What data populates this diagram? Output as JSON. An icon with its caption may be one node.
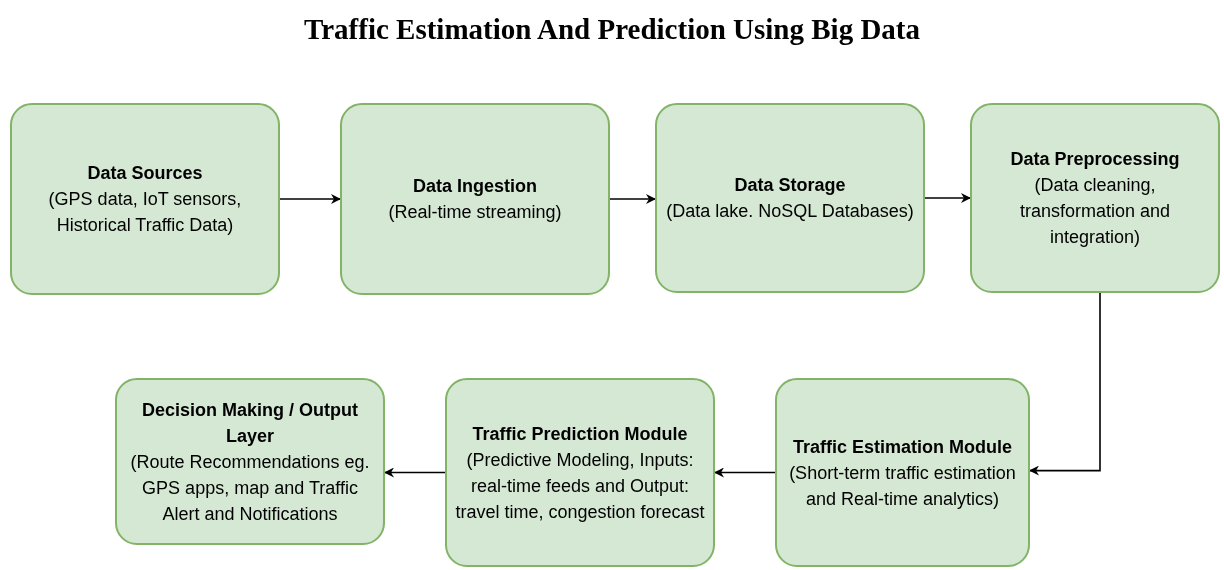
{
  "diagram": {
    "title": "Traffic Estimation And Prediction Using Big Data",
    "nodes": [
      {
        "text": [
          "Data Sources",
          "(GPS data, IoT sensors, Historical Traffic Data)"
        ]
      },
      {
        "text": [
          "Data Ingestion",
          "(Real-time streaming)"
        ]
      },
      {
        "text": [
          "Data Storage",
          "(Data lake. NoSQL Databases)"
        ]
      },
      {
        "text": [
          "Data Preprocessing",
          "(Data cleaning, transformation and integration)"
        ]
      },
      {
        "text": [
          "Decision Making / Output Layer",
          "(Route Recommendations eg. GPS apps, map and Traffic Alert and Notifications"
        ]
      },
      {
        "text": [
          "Traffic Prediction Module",
          "(Predictive Modeling, Inputs: real-time feeds and Output: travel time, congestion forecast"
        ]
      },
      {
        "text": [
          "Traffic Estimation Module",
          "(Short-term traffic estimation and Real-time analytics)"
        ]
      }
    ],
    "edges": [
      {
        "from": 0,
        "to": 1,
        "arrow": "to"
      },
      {
        "from": 1,
        "to": 2,
        "arrow": "to"
      },
      {
        "from": 2,
        "to": 3,
        "arrow": "to"
      },
      {
        "from": 3,
        "to": 6,
        "arrow": "to"
      },
      {
        "from": 6,
        "to": 5,
        "arrow": "to"
      },
      {
        "from": 5,
        "to": 4,
        "arrow": "to"
      }
    ]
  }
}
